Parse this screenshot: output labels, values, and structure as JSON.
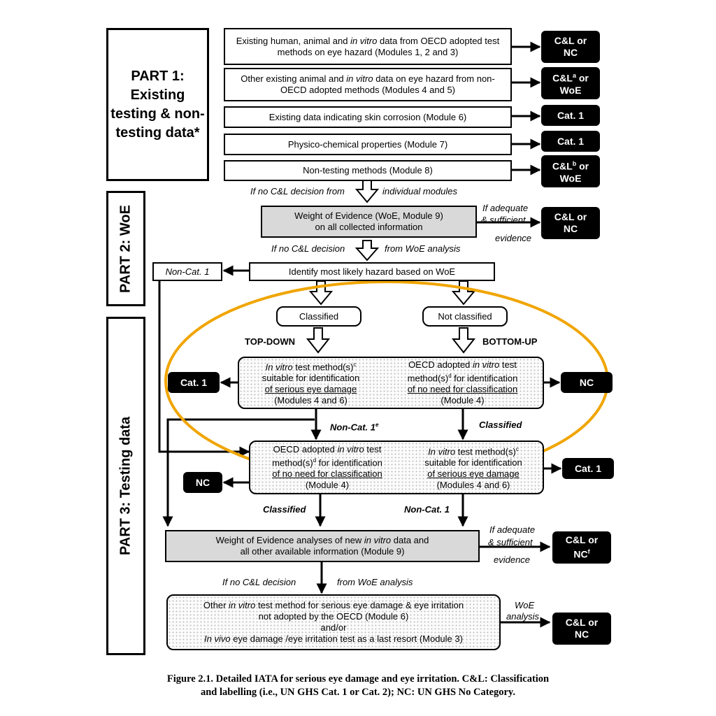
{
  "part1": {
    "label": "PART 1: Existing testing & non-testing data*"
  },
  "part2": {
    "label": "PART 2: WoE"
  },
  "part3": {
    "label": "PART 3: Testing data"
  },
  "modules": {
    "m123": {
      "pre": "Existing  human, animal and ",
      "em": "in vitro",
      "post": " data from OECD adopted test methods on eye hazard (Modules 1, 2 and 3)"
    },
    "m45": {
      "pre": "Other existing animal and ",
      "em": "in vitro",
      "post": " data on eye hazard from non-OECD adopted methods (Modules 4 and 5)"
    },
    "m6": "Existing data indicating skin corrosion (Module 6)",
    "m7": "Physico-chemical properties (Module 7)",
    "m8": "Non-testing methods (Module 8)"
  },
  "outcomes": {
    "o1_a": "C&L or",
    "o1_b": "NC",
    "o2_a": "C&L",
    "o2_sup": "a",
    "o2_b": " or",
    "o2_c": "WoE",
    "o3": "Cat. 1",
    "o4": "Cat. 1",
    "o5_a": "C&L",
    "o5_sup": "b",
    "o5_b": " or",
    "o5_c": "WoE",
    "o6_a": "C&L or",
    "o6_b": "NC",
    "o7": "Cat. 1",
    "o8": "NC",
    "o9": "NC",
    "o10": "Cat. 1",
    "o11_a": "C&L or",
    "o11_b": "NC",
    "o11_sup": "f",
    "o12_a": "C&L or",
    "o12_b": "NC"
  },
  "labels": {
    "if_no_cl_left": "If no C&L decision from",
    "if_no_cl_right": "individual modules",
    "if_adequate_1": "If adequate",
    "sufficient_1": "& sufficient",
    "evidence_1": "evidence",
    "if_no_cl2_left": "If no C&L decision",
    "if_no_cl2_right": "from WoE analysis",
    "top_down": "TOP-DOWN",
    "bottom_up": "BOTTOM-UP",
    "non_cat1_e": "Non-Cat. 1",
    "non_cat1_e_sup": "e",
    "classified_1": "Classified",
    "classified_2": "Classified",
    "non_cat1_2": "Non-Cat. 1",
    "if_adequate_2": "If adequate",
    "sufficient_2": "& sufficient",
    "evidence_2": "evidence",
    "if_no_cl3_left": "If no C&L decision",
    "if_no_cl3_right": "from WoE analysis",
    "woe_analysis_1": "WoE",
    "woe_analysis_2": "analysis"
  },
  "woe": {
    "line1": "Weight of Evidence (WoE, Module 9)",
    "line2": "on all collected information"
  },
  "identify": "Identify most likely hazard based on WoE",
  "non_cat1_box": "Non-Cat. 1",
  "classified_box": "Classified",
  "not_classified_box": "Not classified",
  "td_left": {
    "l1_em": "In vitro",
    "l1_post": " test method(s)",
    "l1_sup": "c",
    "l2": "suitable for identification",
    "l3": "of serious eye damage",
    "l4": "(Modules 4 and 6)"
  },
  "bu_right": {
    "l1_pre": "OECD adopted ",
    "l1_em": "in vitro",
    "l1_post": " test",
    "l2_pre": "method(s)",
    "l2_sup": "d",
    "l2_post": " for identification",
    "l3": "of no need for classification",
    "l4": "(Module 4)"
  },
  "sec_left": {
    "l1_pre": "OECD adopted ",
    "l1_em": "in vitro",
    "l1_post": " test",
    "l2_pre": "method(s)",
    "l2_sup": "d",
    "l2_post": " for identification",
    "l3": "of no need for classification",
    "l4": "(Module 4)"
  },
  "sec_right": {
    "l1_em": "In vitro",
    "l1_post": " test method(s)",
    "l1_sup": "c",
    "l2": "suitable for identification",
    "l3": "of serious eye damage",
    "l4": "(Modules 4 and 6)"
  },
  "woe2": {
    "l1_pre": "Weight of Evidence analyses of  new ",
    "l1_em": "in vitro",
    "l1_post": " data and",
    "l2": "all other available information (Module 9)"
  },
  "last": {
    "l1_pre": "Other ",
    "l1_em": "in vitro",
    "l1_post": " test method  for serious eye damage & eye irritation",
    "l2": "not adopted by the OECD (Module 6)",
    "l3": "and/or",
    "l4_em": "In vivo",
    "l4_post": " eye damage /eye irritation test as a last resort (Module 3)"
  },
  "caption": {
    "line1": "Figure 2.1. Detailed IATA for serious eye damage and eye irritation. C&L: Classification",
    "line2": "and labelling (i.e., UN GHS Cat. 1 or Cat. 2); NC: UN GHS No Category."
  },
  "colors": {
    "highlight": "#f0a500",
    "box_grey": "#d9d9d9",
    "outcome": "#000000"
  }
}
